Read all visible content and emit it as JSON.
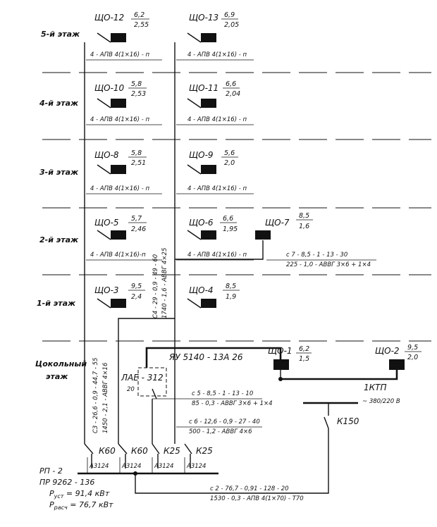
{
  "floors": [
    "5-й этаж",
    "4-й этаж",
    "3-й этаж",
    "2-й этаж",
    "1-й этаж",
    "Цокольный",
    "этаж"
  ],
  "panels": [
    {
      "name": "ЩО-12",
      "num": "6,2",
      "den": "2,55"
    },
    {
      "name": "ЩО-13",
      "num": "6,9",
      "den": "2,05"
    },
    {
      "name": "ЩО-10",
      "num": "5,8",
      "den": "2,53"
    },
    {
      "name": "ЩО-11",
      "num": "6,6",
      "den": "2,04"
    },
    {
      "name": "ЩО-8",
      "num": "5,8",
      "den": "2,51"
    },
    {
      "name": "ЩО-9",
      "num": "5,6",
      "den": "2,0"
    },
    {
      "name": "ЩО-5",
      "num": "5,7",
      "den": "2,46"
    },
    {
      "name": "ЩО-6",
      "num": "6,6",
      "den": "1,95"
    },
    {
      "name": "ЩО-7",
      "num": "8,5",
      "den": "1,6"
    },
    {
      "name": "ЩО-3",
      "num": "9,5",
      "den": "2,4"
    },
    {
      "name": "ЩО-4",
      "num": "8,5",
      "den": "1,9"
    },
    {
      "name": "ЩО-1",
      "num": "6,2",
      "den": "1,5"
    },
    {
      "name": "ЩО-2",
      "num": "9,5",
      "den": "2,0"
    }
  ],
  "floor_cables": {
    "c5l": "4 - АПВ 4(1×16) - п",
    "c5r": "4 - АПВ 4(1×16) - п",
    "c4l": "4 - АПВ 4(1×16) - п",
    "c4r": "4 - АПВ 4(1×16) - п",
    "c3l": "4 - АПВ 4(1×16) - п",
    "c3r": "4 - АПВ 4(1×16) - п",
    "c2l": "4 - АПВ 4(1×16)-п",
    "c2r": "4 - АПВ 4(1×16) - п"
  },
  "lines": {
    "c7_top": "с 7 - 8,5 - 1 - 13 - 30",
    "c7_bot": "225 - 1,0 - АВВГ 3×6 + 1×4",
    "c4_top": "С4 - 29 - 0,9 - 49 - 60",
    "c4_bot": "1740 - 1,6 - АВВГ 4×25",
    "c3_top": "С3 - 26,6 - 0,9 - 44,7 - 55",
    "c3_bot": "1450 - 2,1 - АВВГ 4×16",
    "c5_top": "с 5 - 8,5 - 1 - 13 - 10",
    "c5_bot": "85 - 0,3 - АВВГ 3×6 + 1×4",
    "c6_top": "с 6 - 12,6 - 0,9 - 27 - 40",
    "c6_bot": "500 - 1,2 - АВВГ 4×6",
    "c2_top": "с 2 - 76,7 - 0,91 - 128 - 20",
    "c2_bot": "1530 - 0,3 - АПВ 4(1×70) - Т70"
  },
  "devices": {
    "ya": "ЯУ 5140 - 13А 26",
    "lae": "ЛАЕ - 312",
    "lae_amp": "20",
    "ktp": "1КТП",
    "voltage": "~ 380/220 В",
    "k150": "К150"
  },
  "breakers": [
    {
      "rating": "К60",
      "type": "А3124"
    },
    {
      "rating": "К60",
      "type": "А3124"
    },
    {
      "rating": "К25",
      "type": "А3124"
    },
    {
      "rating": "К25",
      "type": "А3124"
    }
  ],
  "rp": {
    "name": "РП - 2",
    "model": "ПР 9262 - 136",
    "p_inst_label": "P",
    "p_inst_sub": "уст",
    "p_inst_value": " = 91,4 кВт",
    "p_calc_label": "P",
    "p_calc_sub": "расч",
    "p_calc_value": " = 76,7 кВт"
  }
}
